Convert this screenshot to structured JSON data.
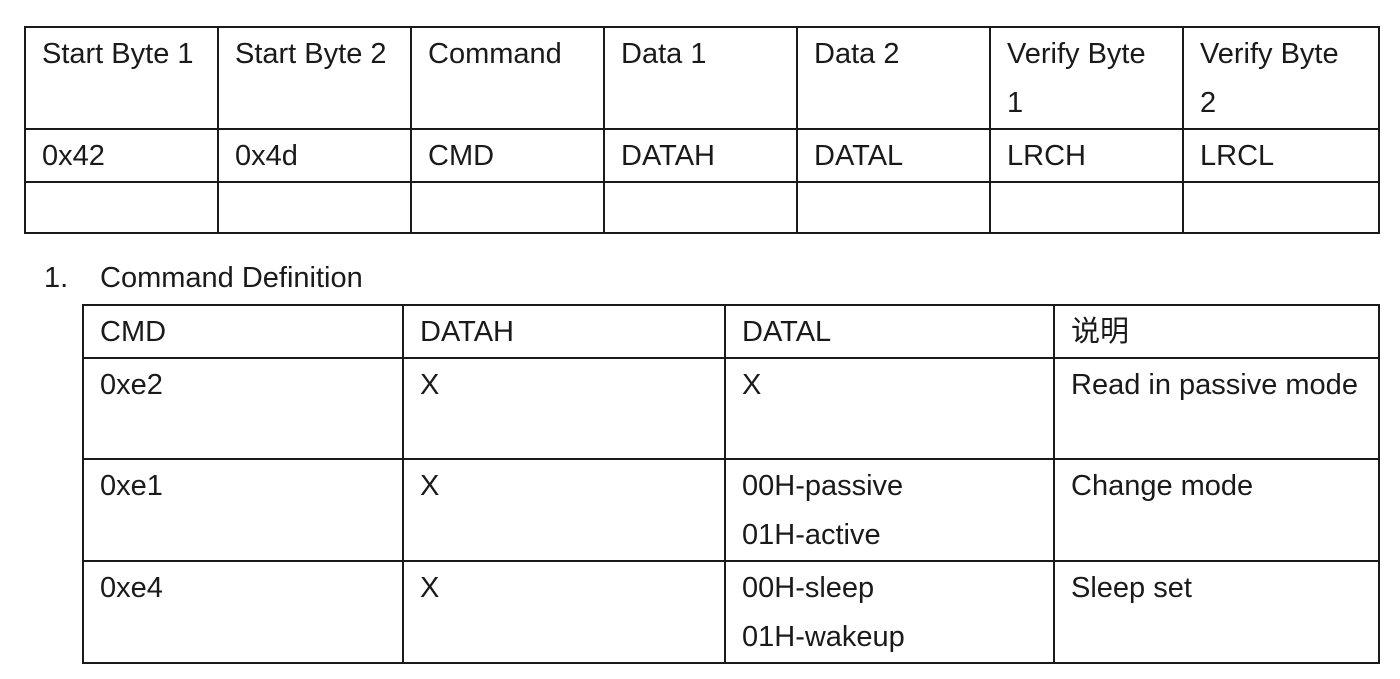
{
  "frame_table": {
    "header": [
      "Start Byte 1",
      "Start Byte 2",
      "Command",
      "Data 1",
      "Data 2",
      "Verify Byte 1",
      "Verify Byte 2"
    ],
    "values": [
      "0x42",
      "0x4d",
      "CMD",
      "DATAH",
      "DATAL",
      "LRCH",
      "LRCL"
    ]
  },
  "section": {
    "number": "1.",
    "title": "Command Definition"
  },
  "command_table": {
    "header": [
      "CMD",
      "DATAH",
      "DATAL",
      "说明"
    ],
    "rows": [
      [
        "0xe2",
        "X",
        "X",
        "Read in passive mode"
      ],
      [
        "0xe1",
        "X",
        [
          "00H-passive",
          "01H-active"
        ],
        "Change mode"
      ],
      [
        "0xe4",
        "X",
        [
          "00H-sleep",
          "01H-wakeup"
        ],
        "Sleep set"
      ]
    ]
  }
}
